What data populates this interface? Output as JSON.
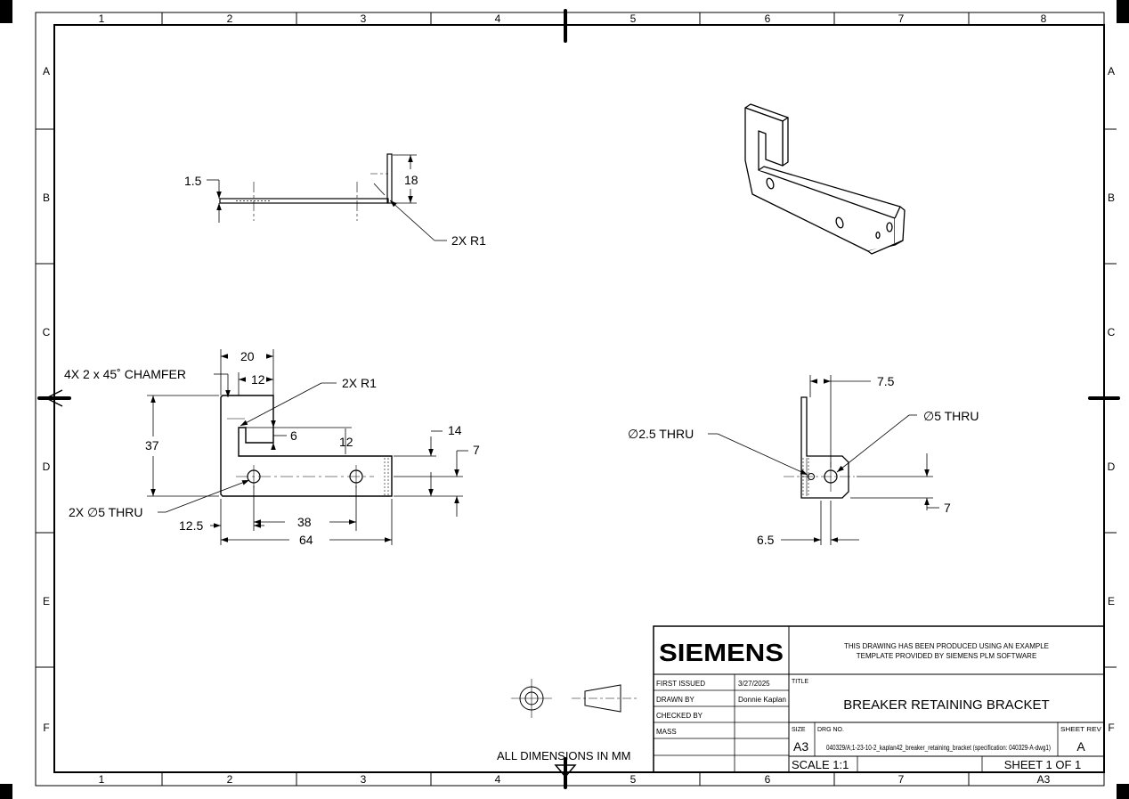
{
  "border": {
    "columns": [
      "1",
      "2",
      "3",
      "4",
      "5",
      "6",
      "7",
      "8"
    ],
    "rows": [
      "A",
      "B",
      "C",
      "D",
      "E",
      "F"
    ]
  },
  "views": {
    "top": {
      "thickness": "1.5",
      "flange_height": "18",
      "radius_note": "2X  R1"
    },
    "front": {
      "chamfer_note": "4X  2  x  45˚  CHAMFER",
      "radius_note": "2X  R1",
      "hole_note": "2X  ∅5  THRU",
      "dim_20": "20",
      "dim_12_top": "12",
      "dim_37": "37",
      "dim_6": "6",
      "dim_12_mid": "12",
      "dim_14": "14",
      "dim_7": "7",
      "dim_12_5": "12.5",
      "dim_38": "38",
      "dim_64": "64"
    },
    "side": {
      "small_hole_note": "∅2.5  THRU",
      "large_hole_note": "∅5  THRU",
      "dim_7_5": "7.5",
      "dim_7": "7",
      "dim_6_5": "6.5"
    }
  },
  "notes": {
    "units": "ALL DIMENSIONS IN MM"
  },
  "title_block": {
    "logo": "SIEMENS",
    "template_note_1": "THIS DRAWING HAS BEEN PRODUCED USING AN EXAMPLE",
    "template_note_2": "TEMPLATE PROVIDED BY SIEMENS PLM SOFTWARE",
    "first_issued_label": "FIRST ISSUED",
    "first_issued_value": "3/27/2025",
    "drawn_by_label": "DRAWN BY",
    "drawn_by_value": "Donnie Kaplan",
    "checked_by_label": "CHECKED BY",
    "mass_label": "MASS",
    "title_label": "TITLE",
    "title": "BREAKER RETAINING BRACKET",
    "size_label": "SIZE",
    "size": "A3",
    "drg_no_label": "DRG NO.",
    "drg_no": "040329/A;1-23-10-2_kaplan42_breaker_retaining_bracket (specification: 040329-A-dwg1)",
    "sheet_rev_label": "SHEET REV",
    "sheet_rev": "A",
    "scale": "SCALE 1:1",
    "sheet": "SHEET 1 OF 1",
    "sheet_size": "A3"
  }
}
